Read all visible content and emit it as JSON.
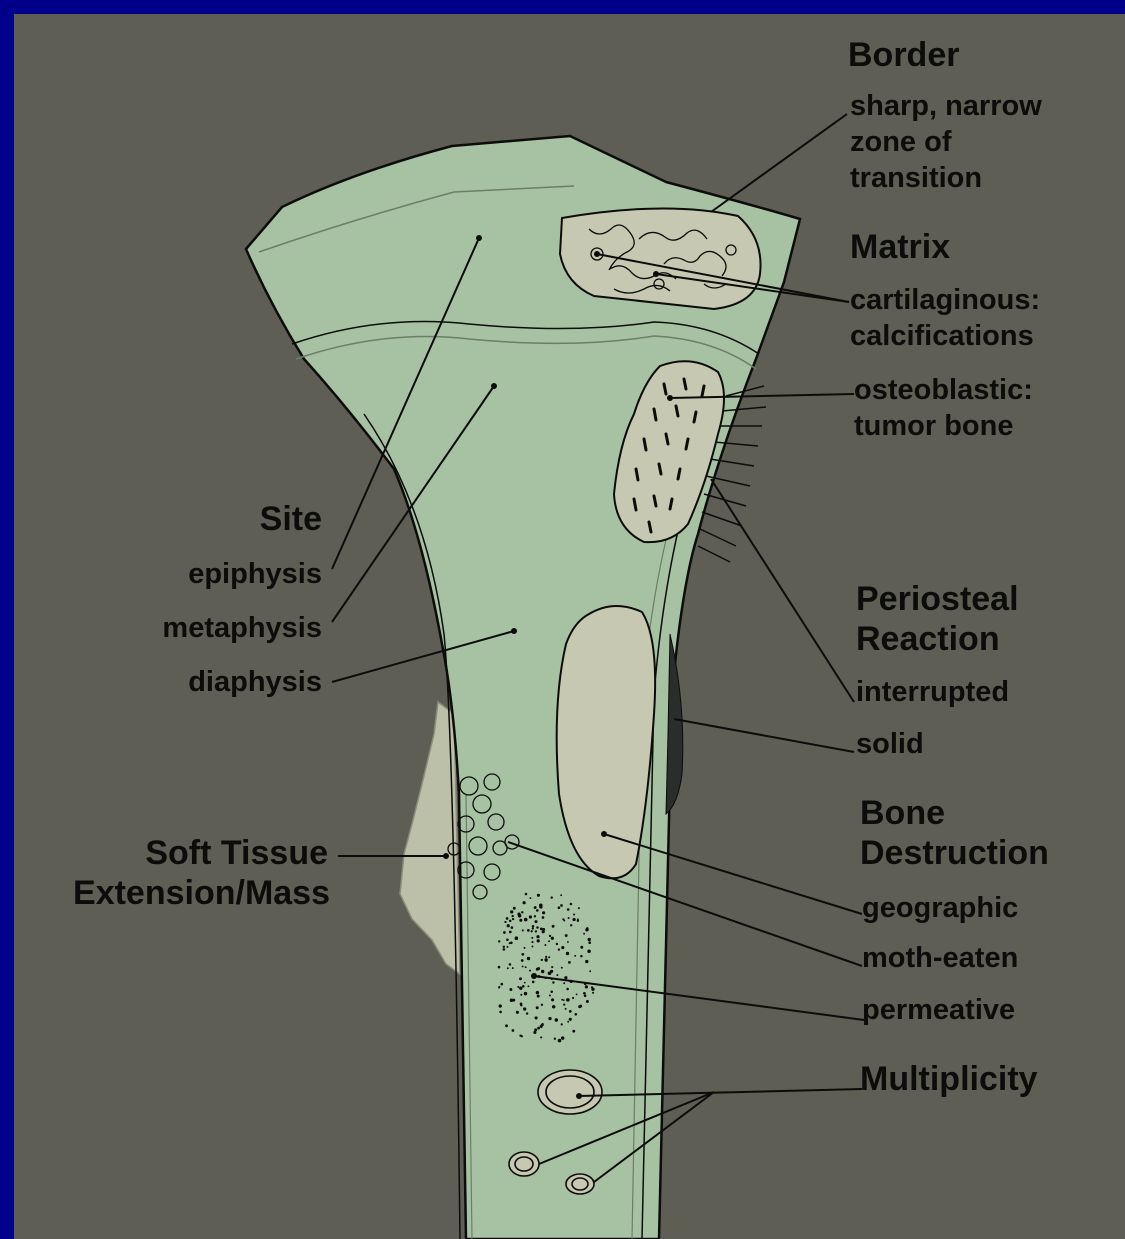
{
  "border": {
    "heading": "Border",
    "description_lines": [
      "sharp, narrow",
      "zone of",
      "transition"
    ]
  },
  "matrix": {
    "heading": "Matrix",
    "cartilaginous_lines": [
      "cartilaginous:",
      "calcifications"
    ],
    "osteoblastic_lines": [
      "osteoblastic:",
      "tumor bone"
    ]
  },
  "periosteal_reaction": {
    "heading_lines": [
      "Periosteal",
      "Reaction"
    ],
    "items": [
      "interrupted",
      "solid"
    ]
  },
  "bone_destruction": {
    "heading_lines": [
      "Bone",
      "Destruction"
    ],
    "items": [
      "geographic",
      "moth-eaten",
      "permeative"
    ]
  },
  "multiplicity": {
    "heading": "Multiplicity"
  },
  "site": {
    "heading": "Site",
    "items": [
      "epiphysis",
      "metaphysis",
      "diaphysis"
    ]
  },
  "soft_tissue": {
    "heading_lines": [
      "Soft Tissue",
      "Extension/Mass"
    ]
  },
  "colors": {
    "background": "#5f5e55",
    "frame": "#00008a",
    "bone": "#a7c2a3",
    "lesion": "#bcc4ad",
    "ink": "#0c0c0a"
  }
}
